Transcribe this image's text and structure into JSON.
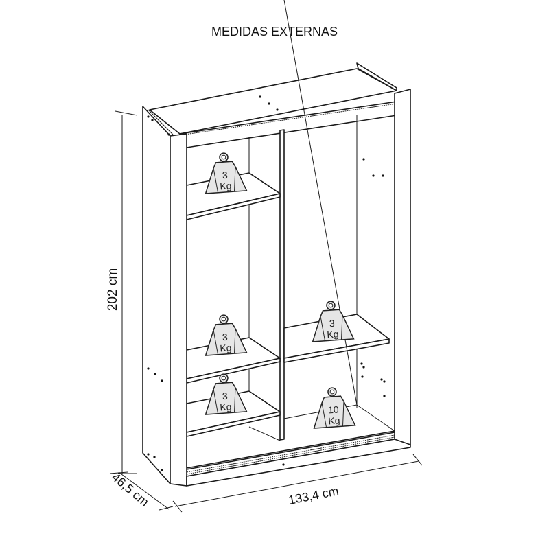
{
  "title": "MEDIDAS EXTERNAS",
  "dimensions": {
    "height": "202 cm",
    "width": "133,4 cm",
    "depth": "46,5 cm"
  },
  "weights": [
    {
      "value": "3",
      "unit": "Kg",
      "position": "left-top-shelf"
    },
    {
      "value": "3",
      "unit": "Kg",
      "position": "left-middle-shelf"
    },
    {
      "value": "3",
      "unit": "Kg",
      "position": "left-lower-shelf"
    },
    {
      "value": "3",
      "unit": "Kg",
      "position": "right-middle-shelf"
    },
    {
      "value": "10",
      "unit": "Kg",
      "position": "right-bottom"
    }
  ],
  "colors": {
    "line": "#1a1a1a",
    "weight_fill": "#e6e6e6"
  }
}
